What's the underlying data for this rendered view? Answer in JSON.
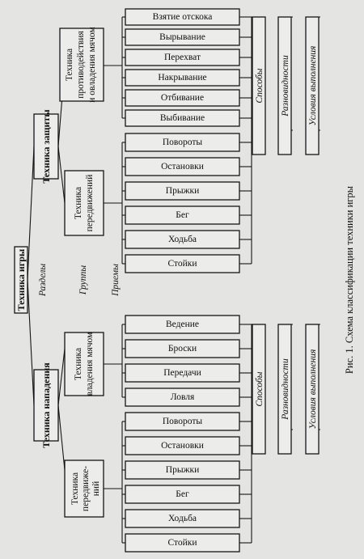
{
  "diagram": {
    "root": "Техника игры",
    "sections": [
      "Техника нападения",
      "Техника защиты"
    ],
    "groups": {
      "attack_movement": "Техника передвиже-ний",
      "attack_ball": "Техника владения мячом",
      "defense_movement": "Техника передвижений",
      "defense_ball": "Техника противодействия и овладения мячом"
    },
    "techniques": {
      "attack_movement": [
        "Стойки",
        "Ходьба",
        "Бег",
        "Прыжки",
        "Остановки",
        "Повороты"
      ],
      "attack_ball": [
        "Ловля",
        "Передачи",
        "Броски",
        "Ведение"
      ],
      "defense_movement": [
        "Стойки",
        "Ходьба",
        "Бег",
        "Прыжки",
        "Остановки",
        "Повороты"
      ],
      "defense_ball": [
        "Выбивание",
        "Отбивание",
        "Накрывание",
        "Перехват",
        "Вырывание",
        "Взятие отскока"
      ]
    },
    "level_labels": {
      "sections": "Разделы",
      "groups": "Группы",
      "techniques": "Приемы"
    },
    "bottom_labels": {
      "ways": "Способы",
      "varieties": "Разновидности",
      "conditions": "Условия выполнения"
    },
    "caption": "Рис. 1. Схема классификации техники игры"
  }
}
